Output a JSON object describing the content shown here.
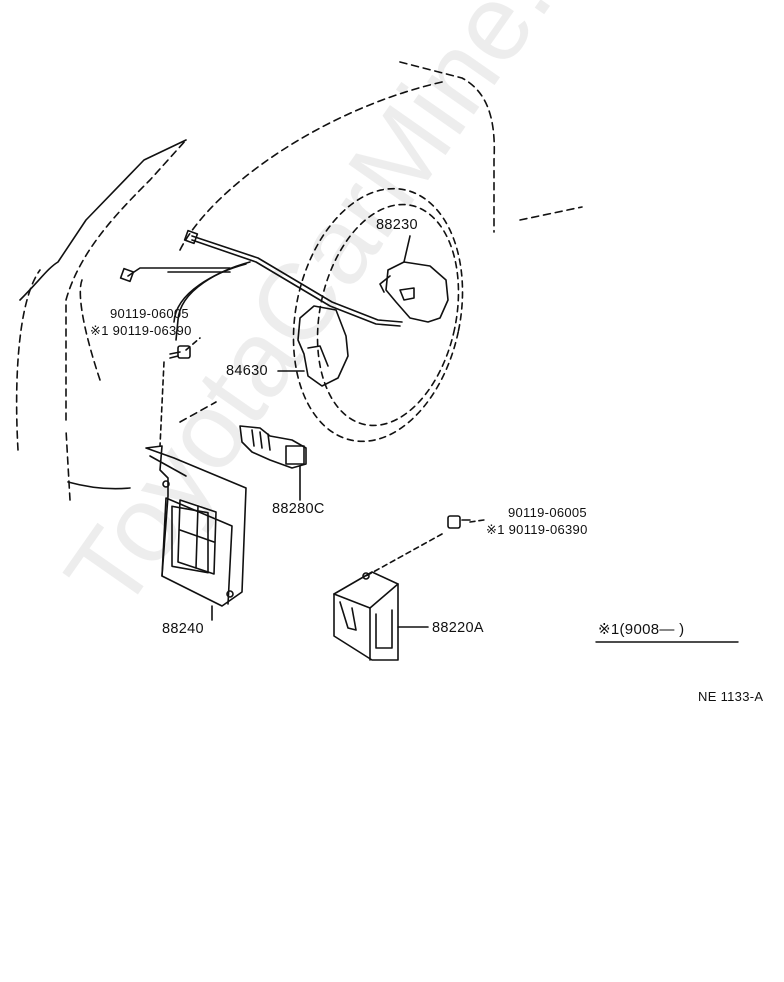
{
  "parts": {
    "p88230": "88230",
    "p84630": "84630",
    "p88280c": "88280C",
    "p88240": "88240",
    "p88220a": "88220A",
    "bolt_left_a": "90119-06005",
    "bolt_left_b": "※1 90119-06390",
    "bolt_right_a": "90119-06005",
    "bolt_right_b": "※1 90119-06390"
  },
  "note": {
    "text": "※1(9008—        )"
  },
  "figure_code": "NE  1133-A",
  "watermark": "ToyotaCarMine.ru"
}
